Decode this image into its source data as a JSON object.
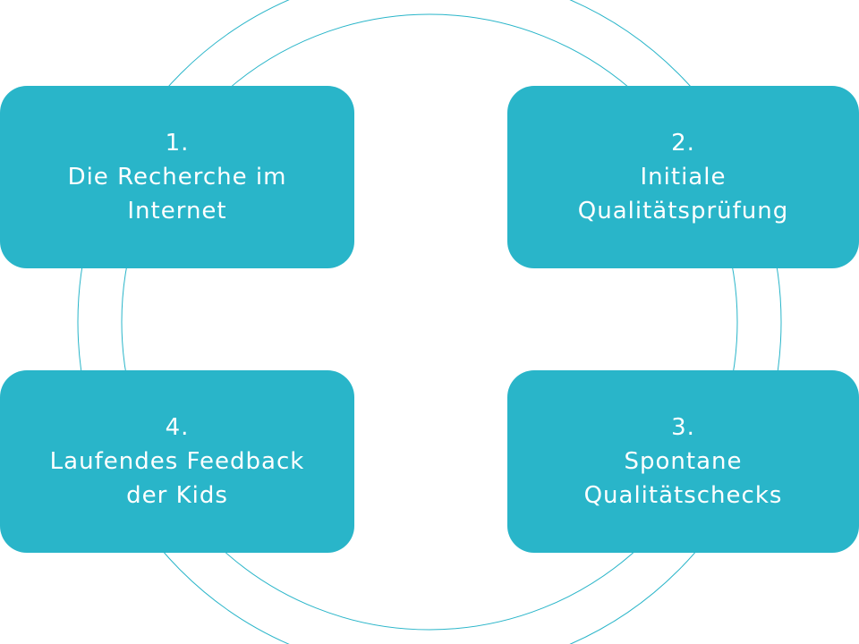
{
  "colors": {
    "box_fill": "#29b5c9",
    "ring_stroke": "#29b5c9",
    "text": "#ffffff",
    "background": "#ffffff"
  },
  "steps": [
    {
      "number": "1.",
      "lines": [
        "Die Recherche im",
        "Internet"
      ]
    },
    {
      "number": "2.",
      "lines": [
        "Initiale",
        "Qualitätsprüfung"
      ]
    },
    {
      "number": "3.",
      "lines": [
        "Spontane",
        "Qualitätschecks"
      ]
    },
    {
      "number": "4.",
      "lines": [
        "Laufendes Feedback",
        "der Kids"
      ]
    }
  ]
}
